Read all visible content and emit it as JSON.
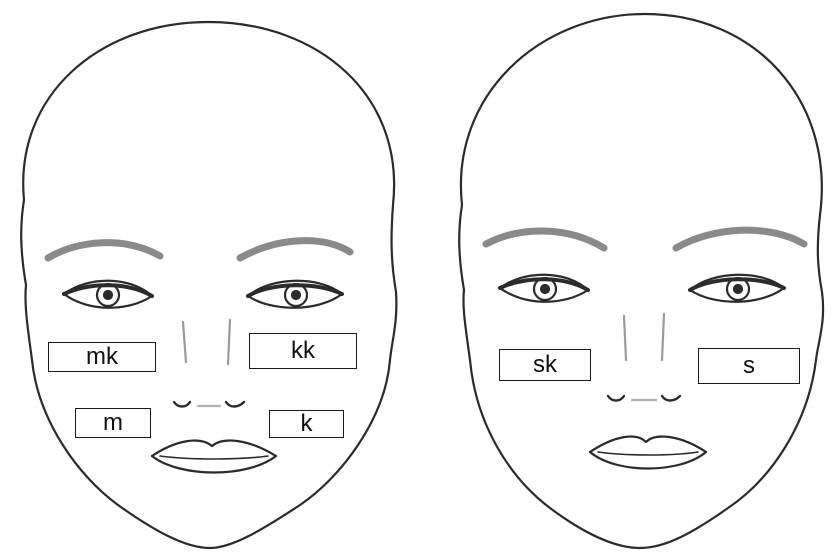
{
  "faces": [
    {
      "name": "left-face",
      "zones": [
        {
          "key": "mk",
          "label": "mk"
        },
        {
          "key": "kk",
          "label": "kk"
        },
        {
          "key": "m",
          "label": "m"
        },
        {
          "key": "k",
          "label": "k"
        }
      ]
    },
    {
      "name": "right-face",
      "zones": [
        {
          "key": "sk",
          "label": "sk"
        },
        {
          "key": "s",
          "label": "s"
        }
      ]
    }
  ],
  "colors": {
    "line": "#2b2b2b",
    "brow": "#8a8a8a",
    "box_border": "#1a1a1a"
  }
}
